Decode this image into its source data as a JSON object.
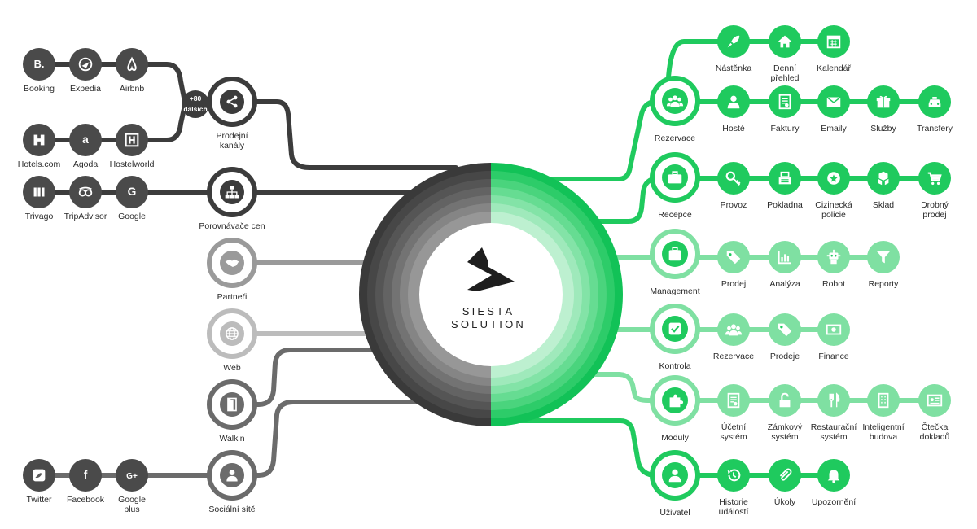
{
  "brand": {
    "line1": "SIESTA",
    "line2": "SOLUTION"
  },
  "colors": {
    "dark": "#3c3c3c",
    "mid": "#6b6b6b",
    "grey": "#9a9a9a",
    "lightgrey": "#bcbcbc",
    "green": "#1fca5e",
    "greenLight": "#7fe0a2"
  },
  "left": {
    "sales_badge": {
      "count": "+80",
      "sub": "dalších"
    },
    "sources": [
      {
        "id": "booking",
        "label": "Booking",
        "icon": "booking-icon"
      },
      {
        "id": "expedia",
        "label": "Expedia",
        "icon": "expedia-icon"
      },
      {
        "id": "airbnb",
        "label": "Airbnb",
        "icon": "airbnb-icon"
      },
      {
        "id": "hotelscom",
        "label": "Hotels.com",
        "icon": "hotels-com-icon"
      },
      {
        "id": "agoda",
        "label": "Agoda",
        "icon": "agoda-icon"
      },
      {
        "id": "hostelworld",
        "label": "Hostelworld",
        "icon": "hostelworld-icon"
      },
      {
        "id": "trivago",
        "label": "Trivago",
        "icon": "trivago-icon"
      },
      {
        "id": "tripadvisor",
        "label": "TripAdvisor",
        "icon": "tripadvisor-icon"
      },
      {
        "id": "google",
        "label": "Google",
        "icon": "google-icon"
      },
      {
        "id": "twitter",
        "label": "Twitter",
        "icon": "twitter-icon"
      },
      {
        "id": "facebook",
        "label": "Facebook",
        "icon": "facebook-icon"
      },
      {
        "id": "googleplus",
        "label": "Google\nplus",
        "icon": "google-plus-icon"
      }
    ],
    "channels": [
      {
        "id": "sales",
        "label": "Prodejní\nkanály",
        "icon": "share-icon"
      },
      {
        "id": "compare",
        "label": "Porovnávače cen",
        "icon": "sitemap-icon"
      },
      {
        "id": "partners",
        "label": "Partneři",
        "icon": "handshake-icon"
      },
      {
        "id": "web",
        "label": "Web",
        "icon": "globe-icon"
      },
      {
        "id": "walkin",
        "label": "Walkin",
        "icon": "door-icon"
      },
      {
        "id": "social",
        "label": "Sociální sítě",
        "icon": "person-icon"
      }
    ]
  },
  "right": {
    "modules": [
      {
        "id": "rezervace",
        "label": "Rezervace",
        "icon": "users-icon",
        "rows": [
          [
            {
              "label": "Nástěnka",
              "icon": "rocket-icon"
            },
            {
              "label": "Denní\npřehled",
              "icon": "home-icon"
            },
            {
              "label": "Kalendář",
              "icon": "calendar-icon"
            }
          ],
          [
            {
              "label": "Hosté",
              "icon": "person-icon"
            },
            {
              "label": "Faktury",
              "icon": "invoice-icon"
            },
            {
              "label": "Emaily",
              "icon": "envelope-icon"
            },
            {
              "label": "Služby",
              "icon": "gift-icon"
            },
            {
              "label": "Transfery",
              "icon": "taxi-icon"
            }
          ]
        ]
      },
      {
        "id": "recepce",
        "label": "Recepce",
        "icon": "briefcase-icon",
        "rows": [
          [
            {
              "label": "Provoz",
              "icon": "key-icon"
            },
            {
              "label": "Pokladna",
              "icon": "cash-register-icon"
            },
            {
              "label": "Cizinecká\npolicie",
              "icon": "badge-icon"
            },
            {
              "label": "Sklad",
              "icon": "boxes-icon"
            },
            {
              "label": "Drobný\nprodej",
              "icon": "cart-icon"
            }
          ]
        ]
      },
      {
        "id": "management",
        "label": "Management",
        "icon": "suitcase-icon",
        "rows": [
          [
            {
              "label": "Prodej",
              "icon": "tag-icon"
            },
            {
              "label": "Analýza",
              "icon": "bar-chart-icon"
            },
            {
              "label": "Robot",
              "icon": "robot-icon"
            },
            {
              "label": "Reporty",
              "icon": "filter-icon"
            }
          ]
        ]
      },
      {
        "id": "kontrola",
        "label": "Kontrola",
        "icon": "check-icon",
        "rows": [
          [
            {
              "label": "Rezervace",
              "icon": "users-icon"
            },
            {
              "label": "Prodeje",
              "icon": "tag-icon"
            },
            {
              "label": "Finance",
              "icon": "money-icon"
            }
          ]
        ]
      },
      {
        "id": "moduly",
        "label": "Moduly",
        "icon": "puzzle-icon",
        "rows": [
          [
            {
              "label": "Účetní\nsystém",
              "icon": "invoice-icon"
            },
            {
              "label": "Zámkový\nsystém",
              "icon": "unlock-icon"
            },
            {
              "label": "Restaurační\nsystém",
              "icon": "cutlery-icon"
            },
            {
              "label": "Inteligentní\nbudova",
              "icon": "building-icon"
            },
            {
              "label": "Čtečka\ndokladů",
              "icon": "id-card-icon"
            }
          ]
        ]
      },
      {
        "id": "uzivatel",
        "label": "Uživatel",
        "icon": "person-icon",
        "rows": [
          [
            {
              "label": "Historie\nudálostí",
              "icon": "history-icon"
            },
            {
              "label": "Úkoly",
              "icon": "paperclip-icon"
            },
            {
              "label": "Upozornění",
              "icon": "bell-icon"
            }
          ]
        ]
      }
    ]
  }
}
